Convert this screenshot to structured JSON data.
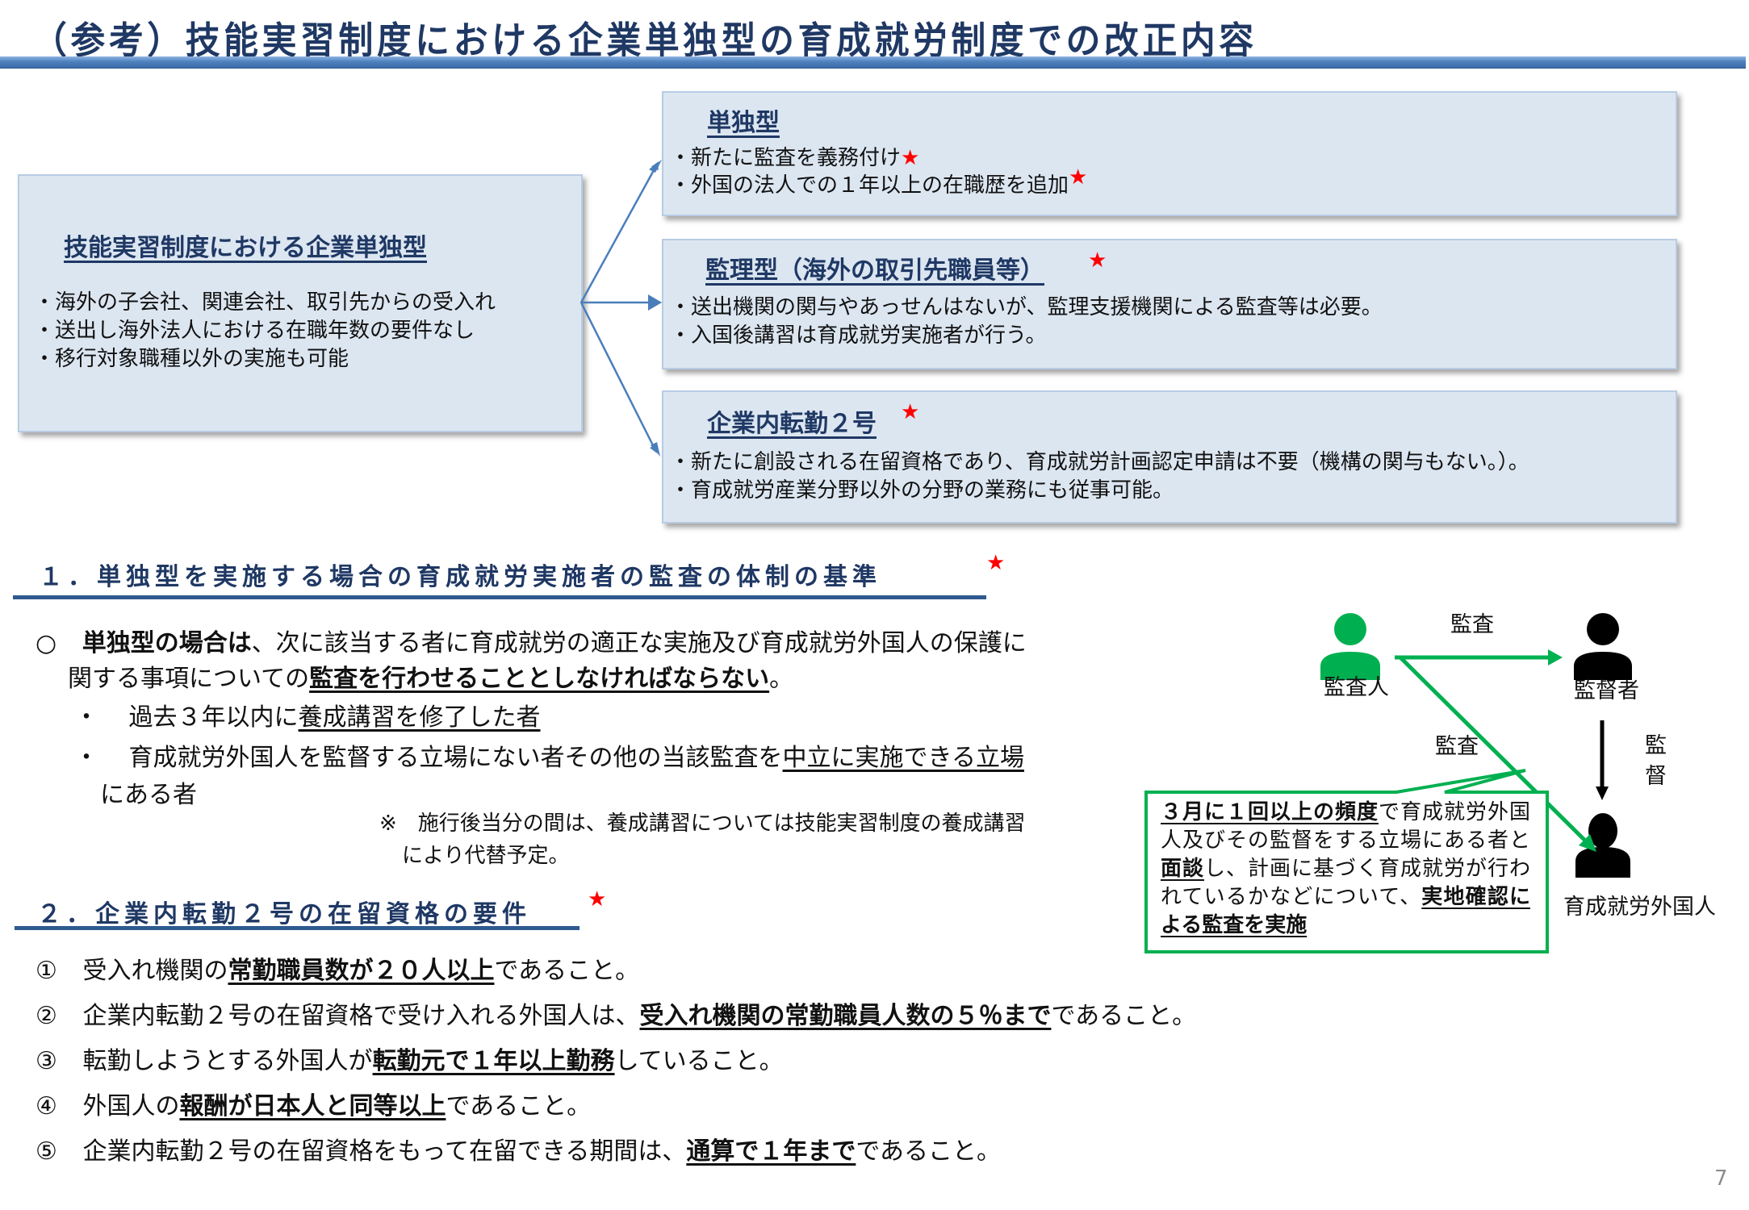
{
  "header": {
    "title": "（参考）技能実習制度における企業単独型の育成就労制度での改正内容"
  },
  "left_panel": {
    "title": "技能実習制度における企業単独型",
    "items": [
      "・海外の子会社、関連会社、取引先からの受入れ",
      "・送出し海外法人における在職年数の要件なし",
      "・移行対象職種以外の実施も可能"
    ]
  },
  "right_panels": [
    {
      "title": "単独型",
      "title_star": false,
      "items": [
        {
          "text": "・新たに監査を義務付け",
          "star": true
        },
        {
          "text": "・外国の法人での１年以上の在職歴を追加",
          "star": true
        }
      ]
    },
    {
      "title": "監理型（海外の取引先職員等）",
      "title_star": true,
      "items": [
        {
          "text": "・送出機関の関与やあっせんはないが、監理支援機関による監査等は必要。",
          "star": false
        },
        {
          "text": "・入国後講習は育成就労実施者が行う。",
          "star": false
        }
      ]
    },
    {
      "title": "企業内転勤２号",
      "title_star": true,
      "items": [
        {
          "text": "・新たに創設される在留資格であり、育成就労計画認定申請は不要（機構の関与もない。）。",
          "star": false
        },
        {
          "text": "・育成就労産業分野以外の分野の業務にも従事可能。",
          "star": false
        }
      ]
    }
  ],
  "star_symbol": "★",
  "section1": {
    "heading": "１．単独型を実施する場合の育成就労実施者の監査の体制の基準",
    "para": {
      "bullet": "○",
      "bold_lead": "単独型の場合は",
      "text1": "、次に該当する者に育成就労の適正な実施及び育成就労外国人の保護に",
      "text2": "関する事項についての",
      "bold_u": "監査を行わせることとしなければならない",
      "end": "。"
    },
    "sub_items": [
      {
        "bullet": "・",
        "plain": "過去３年以内に",
        "underlined": "養成講習を修了した者",
        "tail": ""
      },
      {
        "bullet": "・",
        "plain": "育成就労外国人を監督する立場にない者その他の当該監査を",
        "underlined": "中立に実施できる立場",
        "tail": "にある者"
      }
    ],
    "note_line1": "※　施行後当分の間は、養成講習については技能実習制度の養成講習",
    "note_line2": "により代替予定。"
  },
  "diagram": {
    "auditor_label": "監査人",
    "supervisor_label": "監督者",
    "trainee_label": "育成就労外国人",
    "arrow_audit_top": "監査",
    "arrow_audit_diag": "監査",
    "arrow_supervise": [
      "監",
      "督"
    ],
    "auditor_color": "#00b050",
    "callout": {
      "bold_u1": "３月に１回以上の頻度",
      "t1": "で育成就労外国人及びその監督をする立場にある者と",
      "bold_u2": "面談",
      "t2": "し、計画に基づく育成就労が行われているかなどについて、",
      "bold_u3": "実地確認による監査を実施"
    }
  },
  "section2": {
    "heading": "２．企業内転勤２号の在留資格の要件",
    "items": [
      {
        "num": "①",
        "pre": "受入れ機関の",
        "bold": "常勤職員数が２０人以上",
        "post": "であること。"
      },
      {
        "num": "②",
        "pre": "企業内転勤２号の在留資格で受け入れる外国人は、",
        "bold": "受入れ機関の常勤職員人数の５％まで",
        "post": "であること。"
      },
      {
        "num": "③",
        "pre": "転勤しようとする外国人が",
        "bold": "転勤元で１年以上勤務",
        "post": "していること。"
      },
      {
        "num": "④",
        "pre": "外国人の",
        "bold": "報酬が日本人と同等以上",
        "post": "であること。"
      },
      {
        "num": "⑤",
        "pre": "企業内転勤２号の在留資格をもって在留できる期間は、",
        "bold": "通算で１年まで",
        "post": "であること。"
      }
    ]
  },
  "footer": {
    "page_number": "7"
  }
}
